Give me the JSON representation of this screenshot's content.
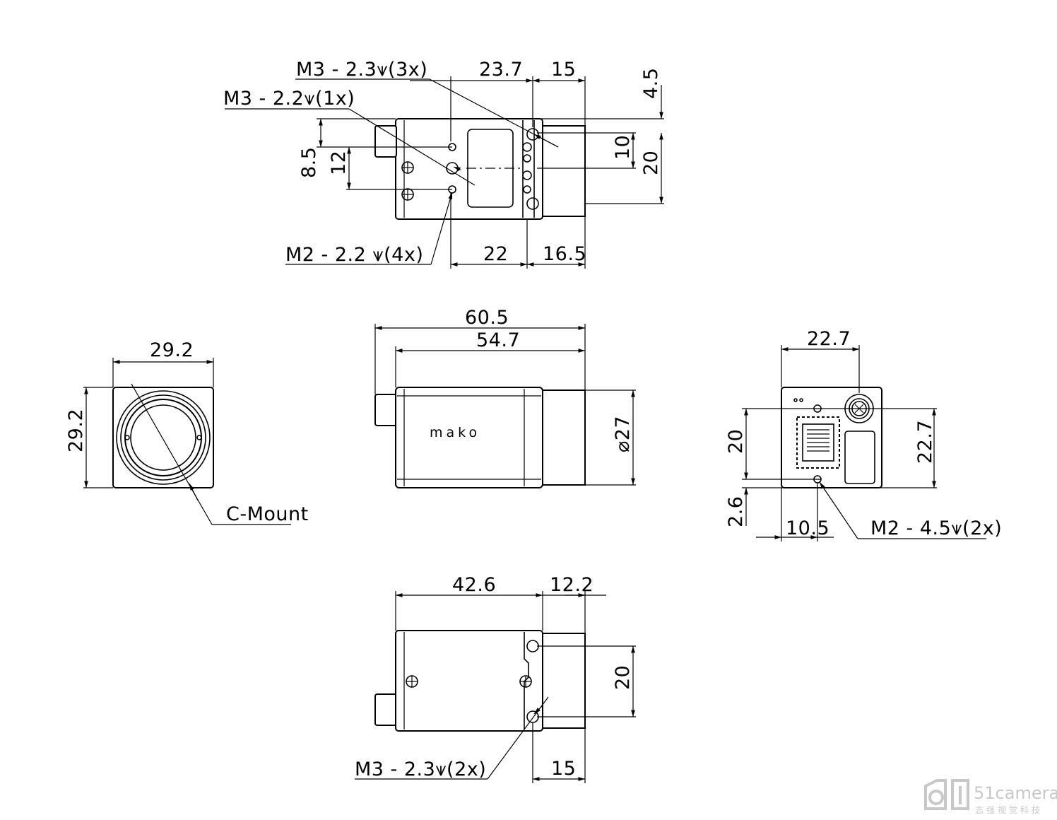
{
  "colors": {
    "ink": "#000000",
    "paper": "#ffffff",
    "watermark": "#c8c8c8"
  },
  "top_view": {
    "callouts": {
      "m3_23_3x": "M3 - 2.3⩛(3x)",
      "m3_22_1x": "M3 - 2.2⩛(1x)",
      "m2_22_4x": "M2 - 2.2 ⩛(4x)"
    },
    "dims": {
      "d23_7": "23.7",
      "d15": "15",
      "d4_5": "4.5",
      "d10": "10",
      "d20": "20",
      "d8_5": "8.5",
      "d12": "12",
      "d22": "22",
      "d16_5": "16.5"
    }
  },
  "front_view": {
    "width": "29.2",
    "height": "29.2",
    "mount_label": "C-Mount"
  },
  "side_view": {
    "overall": "60.5",
    "body": "54.7",
    "lens_dia": "⌀27",
    "logo": "mako"
  },
  "back_view": {
    "width": "22.7",
    "height": "22.7",
    "d20": "20",
    "d2_6": "2.6",
    "d10_5": "10.5",
    "callout": "M2 - 4.5⩛(2x)"
  },
  "bottom_view": {
    "d42_6": "42.6",
    "d12_2": "12.2",
    "d20": "20",
    "d15": "15",
    "callout": "M3 - 2.3⩛(2x)"
  },
  "watermark": {
    "brand": "51camera",
    "tagline": "志强视觉科技"
  }
}
